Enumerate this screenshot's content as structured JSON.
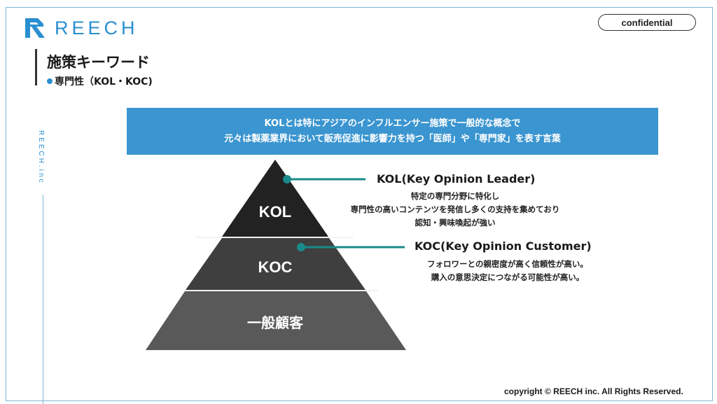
{
  "header": {
    "logo_text": "REECH",
    "badge": "confidential"
  },
  "page": {
    "title": "施策キーワード",
    "subtitle": "専門性（KOL・KOC)",
    "side_label": "REECH.inc"
  },
  "banner": {
    "line1": "KOLとは特にアジアのインフルエンサー施策で一般的な概念で",
    "line2": "元々は製薬業界において販売促進に影響力を持つ「医師」や「専門家」を表す言葉"
  },
  "pyramid": {
    "tiers": [
      {
        "label": "KOL",
        "color": "#222222"
      },
      {
        "label": "KOC",
        "color": "#3f3f3f"
      },
      {
        "label": "一般顧客",
        "color": "#595959"
      }
    ],
    "connector_color": "#1a8a8a"
  },
  "callouts": {
    "kol": {
      "title": "KOL(Key Opinion Leader)",
      "lines": [
        "特定の専門分野に特化し",
        "専門性の高いコンテンツを発信し多くの支持を集めており",
        "認知・興味喚起が強い"
      ]
    },
    "koc": {
      "title": "KOC(Key Opinion Customer)",
      "lines": [
        "フォロワーとの親密度が高く信頼性が高い。",
        "購入の意思決定につながる可能性が高い。"
      ]
    }
  },
  "footer": {
    "copyright": "copyright © REECH inc. All Rights Reserved."
  }
}
